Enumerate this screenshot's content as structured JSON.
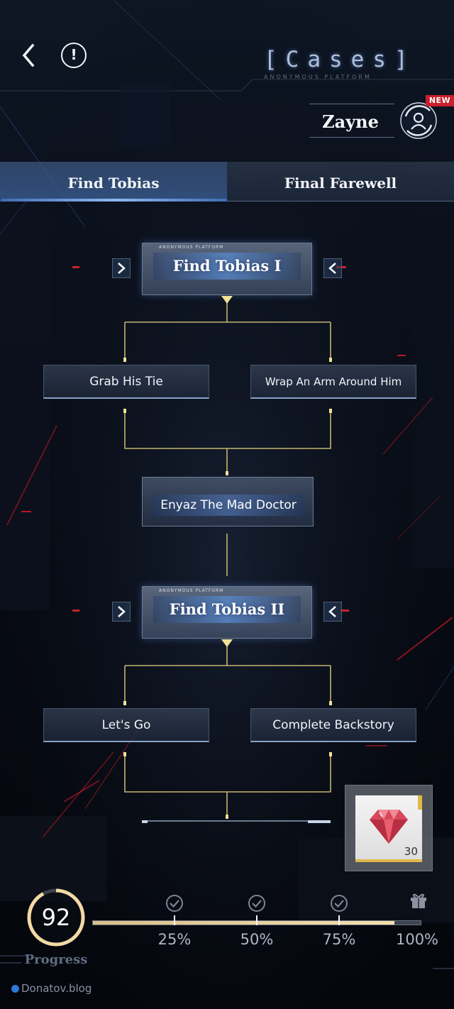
{
  "header": {
    "title": "[Cases]",
    "subtitle": "ANONYMOUS PLATFORM",
    "character_name": "Zayne",
    "new_badge": "NEW",
    "back_icon": "chevron-left-icon",
    "info_icon": "exclamation-circle-icon",
    "switch_icon": "character-switch-icon"
  },
  "tabs": [
    {
      "label": "Find Tobias",
      "active": true
    },
    {
      "label": "Final Farewell",
      "active": false
    }
  ],
  "story": {
    "chapter1": {
      "label": "Find Tobias I",
      "tag": "ANONYMOUS PLATFORM"
    },
    "choice_a": "Grab His Tie",
    "choice_b": "Wrap An Arm Around Him",
    "mid_node": "Enyaz The Mad Doctor",
    "chapter2": {
      "label": "Find Tobias II",
      "tag": "ANONYMOUS PLATFORM"
    },
    "choice_c": "Let's Go",
    "choice_d": "Complete Backstory"
  },
  "reward": {
    "count": "30",
    "icon": "red-diamond-icon"
  },
  "progress": {
    "value": 92,
    "value_text": "92",
    "label": "Progress",
    "milestones": [
      "25%",
      "50%",
      "75%",
      "100%"
    ],
    "milestone_values": [
      25,
      50,
      75,
      100
    ],
    "check_icon": "checkmark-circle-icon",
    "gift_icon": "gift-icon"
  },
  "watermark": "Donatov.blog",
  "colors": {
    "accent": "#8fb8f0",
    "connector": "#d8c77a",
    "progress_fill": "#f5dfae",
    "new_badge": "#c8202c"
  }
}
